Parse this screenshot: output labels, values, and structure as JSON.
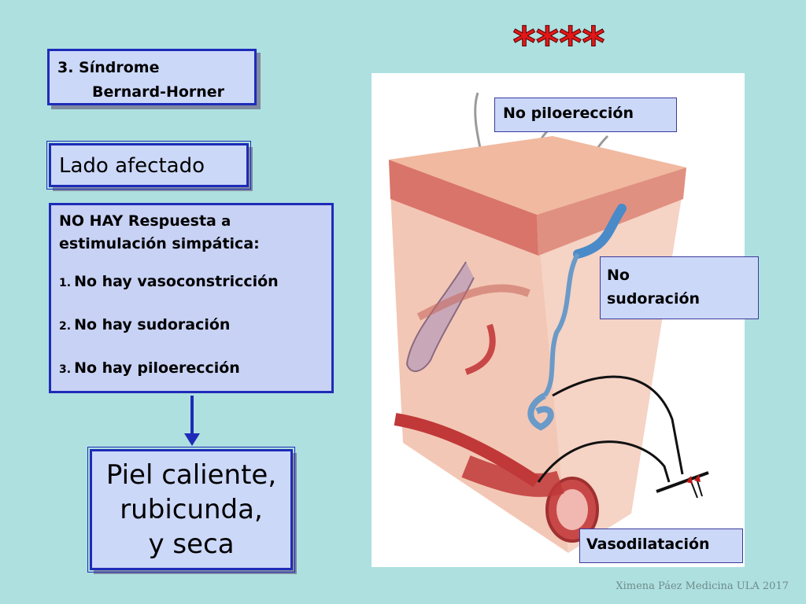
{
  "title": {
    "line1": "3. Síndrome",
    "line2": "Bernard-Horner"
  },
  "side": {
    "label": "Lado afectado"
  },
  "response": {
    "head_bold": "NO HAY Respuesta",
    "head_a": " a",
    "head_line2": "estimulación simpática:",
    "items": [
      {
        "num": "1.",
        "text": "No hay vasoconstricción"
      },
      {
        "num": "2.",
        "text": "No hay sudoración"
      },
      {
        "num": "3.",
        "text": "No hay piloerección"
      }
    ]
  },
  "result": {
    "line1": "Piel caliente,",
    "line2": "rubicunda,",
    "line3": "y seca"
  },
  "stars": "****",
  "labels": {
    "piloerection": "No piloerección",
    "sweat_line1": "No",
    "sweat_line2": "sudoración",
    "vasodilation": "Vasodilatación"
  },
  "footer": "Ximena Páez Medicina ULA 2017",
  "colors": {
    "background": "#aee0e0",
    "box_border": "#1e2bb8",
    "box_fill": "#ccd8f8",
    "stars": "#e01818"
  }
}
